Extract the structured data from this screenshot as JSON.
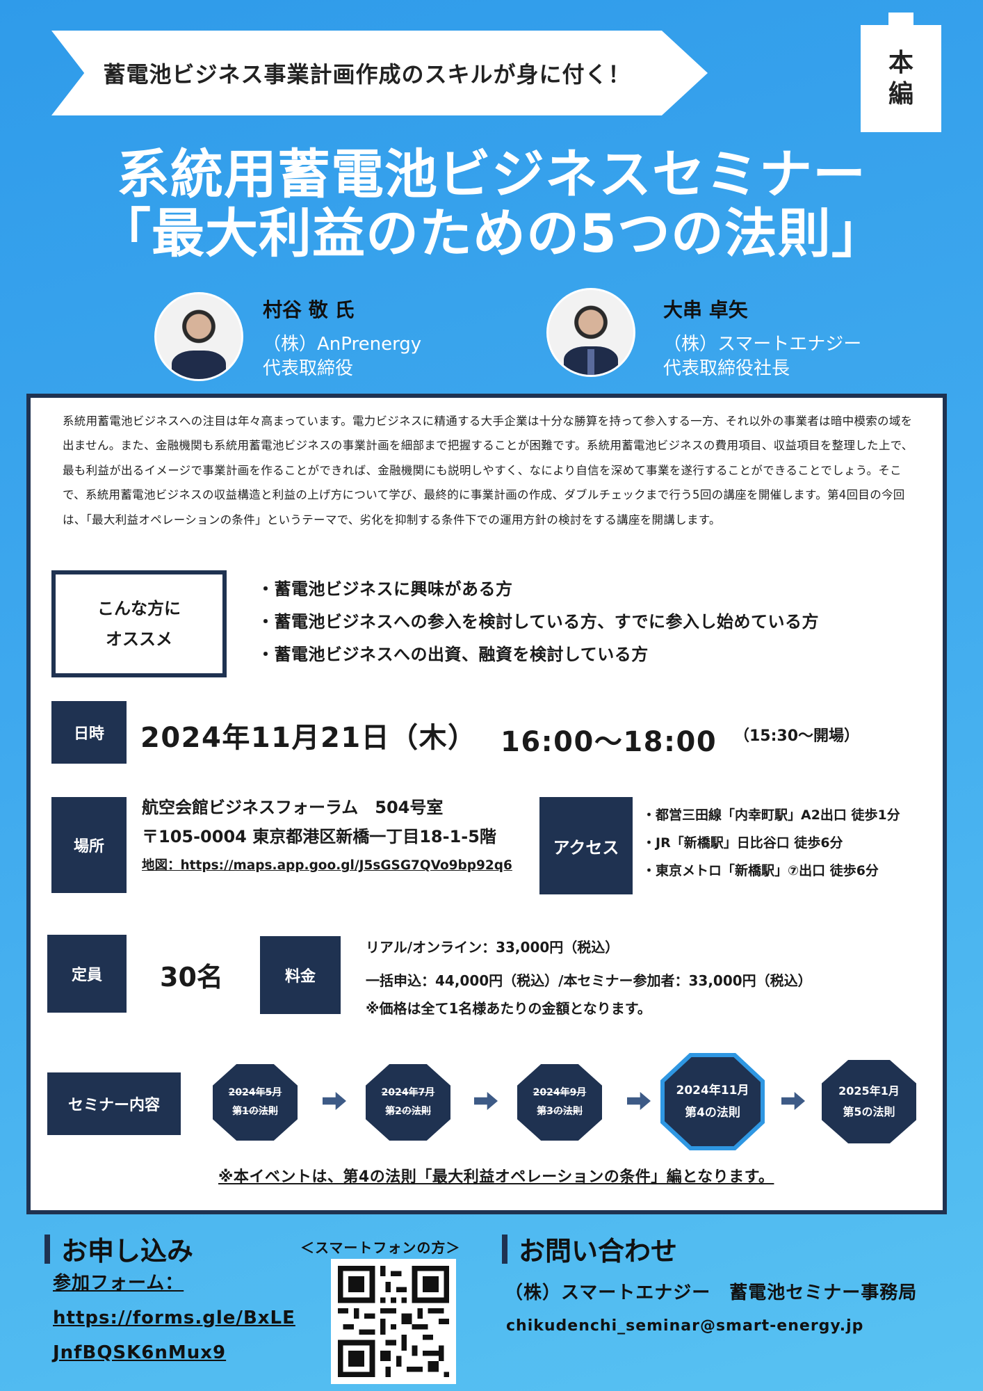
{
  "banner": {
    "text": "蓄電池ビジネス事業計画作成のスキルが身に付く！"
  },
  "tag": {
    "line1": "本",
    "line2": "編"
  },
  "title": {
    "line1": "系統用蓄電池ビジネスセミナー",
    "line2": "「最大利益のための5つの法則」"
  },
  "speakers": [
    {
      "name": "村谷 敬 氏",
      "company": "（株）AnPrenergy",
      "role": "代表取締役"
    },
    {
      "name": "大串 卓矢",
      "company": "（株）スマートエナジー",
      "role": "代表取締役社長"
    }
  ],
  "intro": "系統用蓄電池ビジネスへの注目は年々高まっています。電力ビジネスに精通する大手企業は十分な勝算を持って参入する一方、それ以外の事業者は暗中模索の域を出ません。また、金融機関も系統用蓄電池ビジネスの事業計画を細部まで把握することが困難です。系統用蓄電池ビジネスの費用項目、収益項目を整理した上で、最も利益が出るイメージで事業計画を作ることができれば、金融機関にも説明しやすく、なにより自信を深めて事業を遂行することができることでしょう。そこで、系統用蓄電池ビジネスの収益構造と利益の上げ方について学び、最終的に事業計画の作成、ダブルチェックまで行う5回の講座を開催します。第4回目の今回は、「最大利益オペレーションの条件」というテーマで、劣化を抑制する条件下での運用方針の検討をする講座を開講します。",
  "recommend": {
    "label_line1": "こんな方に",
    "label_line2": "オススメ",
    "items": [
      "・蓄電池ビジネスに興味がある方",
      "・蓄電池ビジネスへの参入を検討している方、すでに参入し始めている方",
      "・蓄電池ビジネスへの出資、融資を検討している方"
    ]
  },
  "datetime": {
    "label": "日時",
    "date": "2024年11月21日（木）",
    "time": "16:00～18:00",
    "open": "（15:30～開場）"
  },
  "venue": {
    "label": "場所",
    "name": "航空会館ビジネスフォーラム　504号室",
    "address": "〒105-0004 東京都港区新橋一丁目18-1-5階",
    "map": "地図：https://maps.app.goo.gl/J5sGSG7QVo9bp92q6"
  },
  "access": {
    "label": "アクセス",
    "items": [
      "・都営三田線「内幸町駅」A2出口 徒歩1分",
      "・JR「新橋駅」日比谷口 徒歩6分",
      "・東京メトロ「新橋駅」⑦出口 徒歩6分"
    ]
  },
  "capacity": {
    "label": "定員",
    "value": "30名"
  },
  "fee": {
    "label": "料金",
    "lines": [
      "リアル/オンライン：33,000円（税込）",
      "一括申込：44,000円（税込）/本セミナー参加者：33,000円（税込）",
      "※価格は全て1名様あたりの金額となります。"
    ]
  },
  "seminar": {
    "label": "セミナー内容",
    "steps": [
      {
        "date": "2024年5月",
        "name": "第1の法則"
      },
      {
        "date": "2024年7月",
        "name": "第2の法則"
      },
      {
        "date": "2024年9月",
        "name": "第3の法則"
      },
      {
        "date": "2024年11月",
        "name": "第4の法則"
      },
      {
        "date": "2025年1月",
        "name": "第5の法則"
      }
    ],
    "note": "※本イベントは、第4の法則「最大利益オペレーションの条件」編となります。"
  },
  "apply": {
    "heading": "お申し込み",
    "form_label": "参加フォーム：",
    "url_line1": "https://forms.gle/BxLE",
    "url_line2": "JnfBQSK6nMux9",
    "smartphone_label": "＜スマートフォンの方＞"
  },
  "contact": {
    "heading": "お問い合わせ",
    "org": "（株）スマートエナジー　蓄電池セミナー事務局",
    "email": "chikudenchi_seminar@smart-energy.jp"
  },
  "colors": {
    "navy": "#1f3251",
    "blue": "#3fa9ee",
    "highlight": "#2f97e2"
  }
}
